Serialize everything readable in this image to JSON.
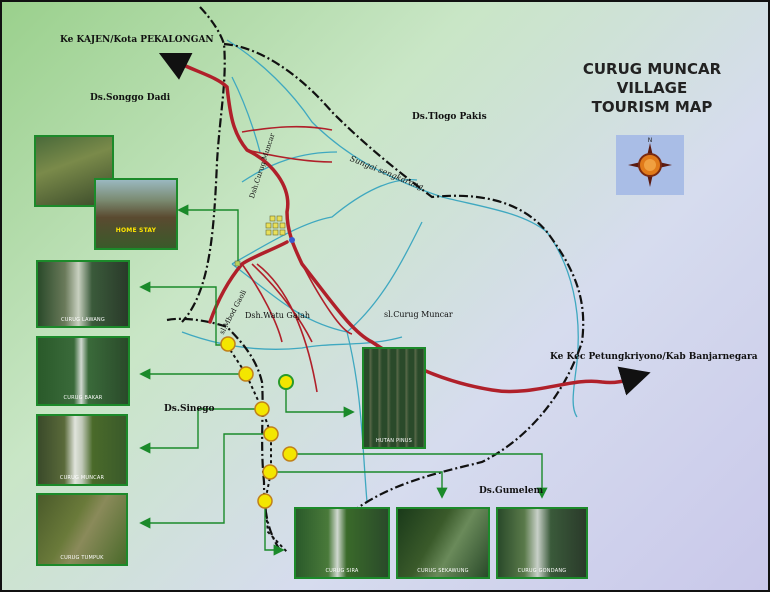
{
  "map": {
    "title_lines": [
      "CURUG MUNCAR",
      "VILLAGE",
      "TOURISM MAP"
    ],
    "compass_label": "N",
    "directions": {
      "to_kajen": "Ke KAJEN/Kota PEKALONGAN",
      "to_banjarnegara": "Ke Kec Petungkriyono/Kab Banjarnegara"
    },
    "places": {
      "songgo_dadi": "Ds.Songgo Dadi",
      "tlogo_pakis": "Ds.Tlogo Pakis",
      "sinego": "Ds.Sinego",
      "gumelem": "Ds.Gumelem",
      "curug_muncar_hamlet": "Dsh.Curug Muncar",
      "watu_gajah": "Dsh.Watu Gajah",
      "mbod_gaoli": "sl.Mbod Gaoli",
      "curug_muncar_river": "sl.Curug Muncar",
      "sungai_sengkarang": "Sungai sengkarang"
    },
    "photos": [
      {
        "id": "homestay-1",
        "caption": ""
      },
      {
        "id": "homestay-2",
        "caption": "HOME STAY"
      },
      {
        "id": "waterfall-1",
        "caption": "CURUG LAWANG"
      },
      {
        "id": "waterfall-2",
        "caption": "CURUG BAKAR"
      },
      {
        "id": "waterfall-3",
        "caption": "CURUG MUNCAR"
      },
      {
        "id": "waterfall-4",
        "caption": "CURUG TUMPUK"
      },
      {
        "id": "pine-forest",
        "caption": "HUTAN PINUS"
      },
      {
        "id": "waterfall-5",
        "caption": "CURUG SIRA"
      },
      {
        "id": "waterfall-6",
        "caption": "CURUG SEKAWUNG"
      },
      {
        "id": "waterfall-7",
        "caption": "CURUG GONDANG"
      }
    ],
    "colors": {
      "road": "#b0202a",
      "river": "#3fa8c0",
      "boundary": "#111111",
      "arrow": "#1a8a2a",
      "poi": "#f3e600"
    }
  }
}
